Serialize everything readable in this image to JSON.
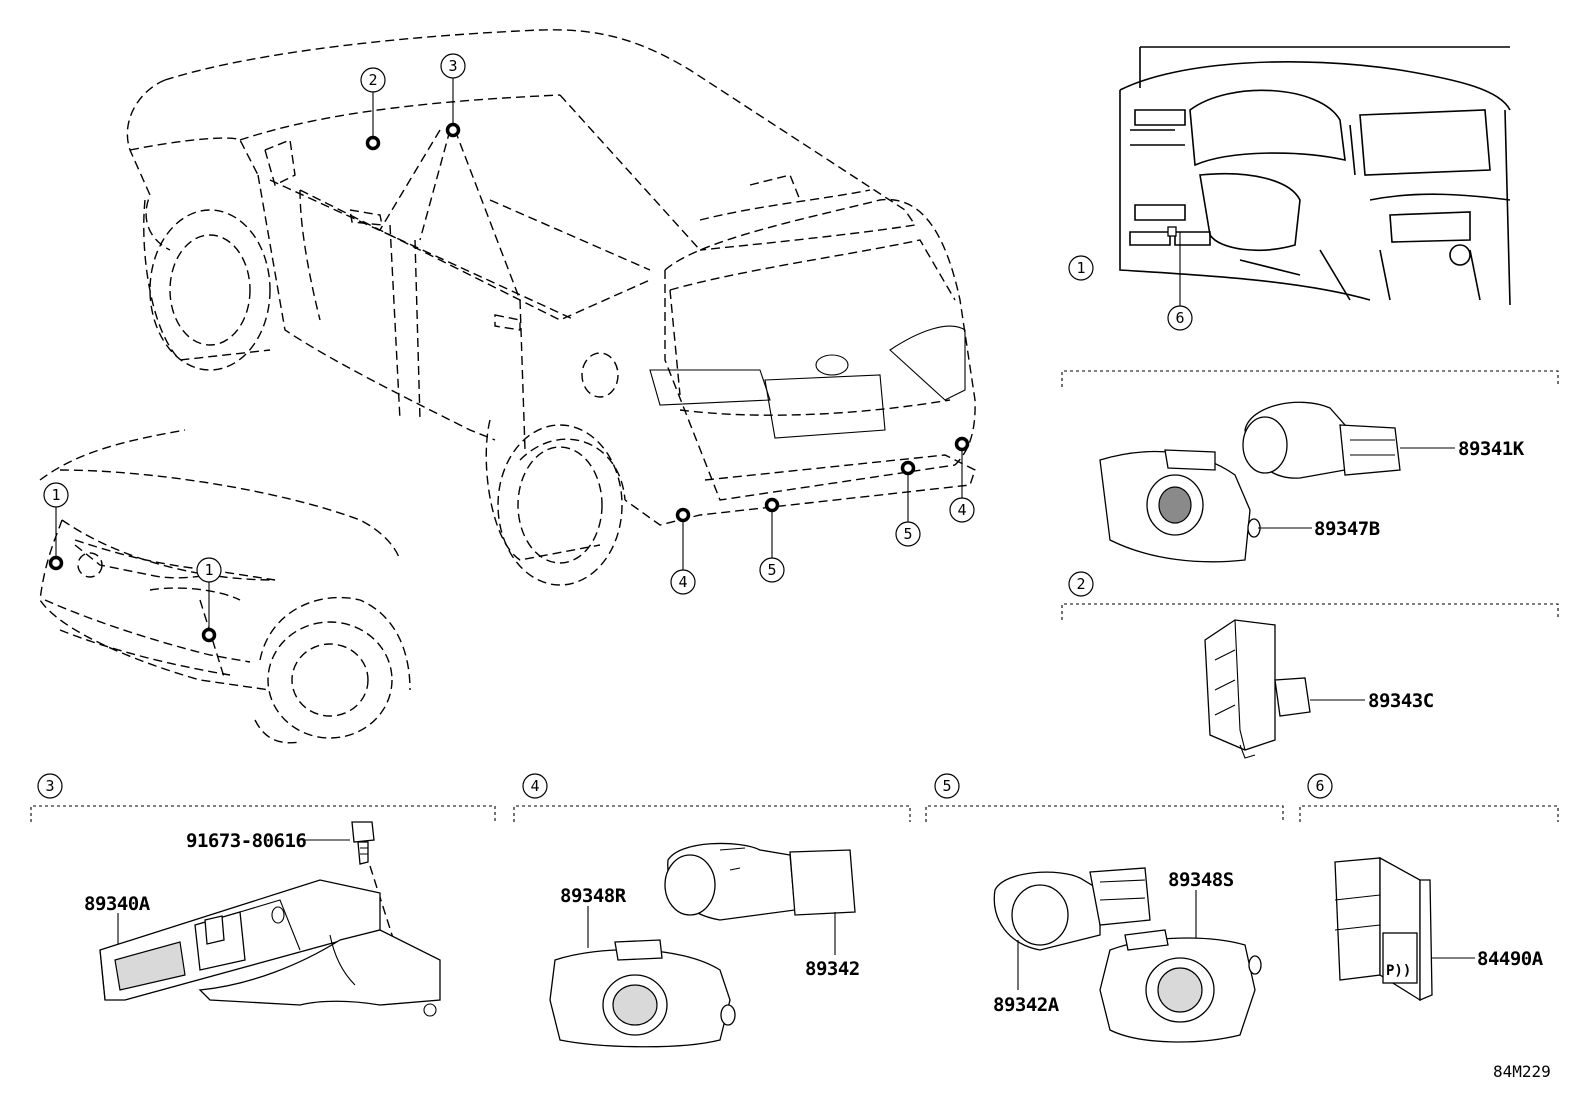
{
  "callouts": {
    "c1": "1",
    "c2": "2",
    "c3": "3",
    "c4": "4",
    "c5": "5",
    "c6": "6"
  },
  "parts": {
    "p89341K": "89341K",
    "p89347B": "89347B",
    "p89343C": "89343C",
    "p91673": "91673-80616",
    "p89340A": "89340A",
    "p89348R": "89348R",
    "p89342": "89342",
    "p89342A": "89342A",
    "p89348S": "89348S",
    "p84490A": "84490A"
  },
  "switch_glyph": "P))",
  "diagram_code": "84M229"
}
